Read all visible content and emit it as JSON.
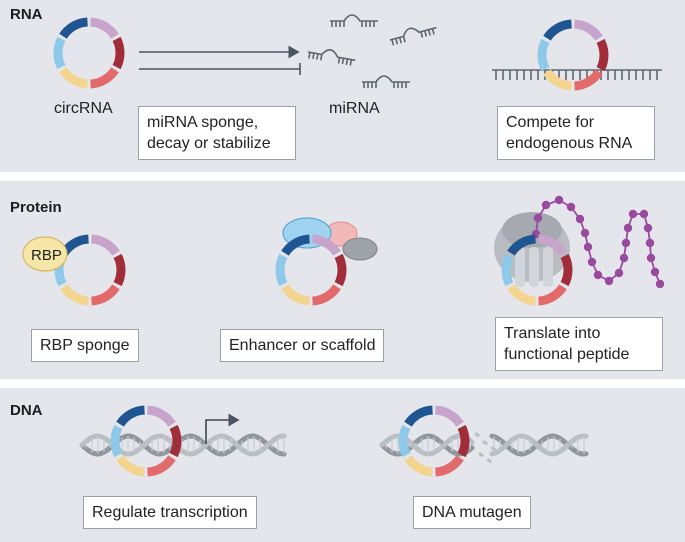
{
  "panels": {
    "rna": {
      "title": "RNA",
      "circ_label": "circRNA",
      "mirna_label": "miRNA",
      "box_sponge": [
        "miRNA sponge,",
        "decay or stabilize"
      ],
      "box_compete": [
        "Compete for",
        "endogenous RNA"
      ]
    },
    "protein": {
      "title": "Protein",
      "rbp_label": "RBP",
      "box_rbp": "RBP sponge",
      "box_scaffold": "Enhancer or scaffold",
      "box_translate": [
        "Translate into",
        "functional peptide"
      ]
    },
    "dna": {
      "title": "DNA",
      "box_transcription": "Regulate transcription",
      "box_mutagen": "DNA mutagen"
    }
  },
  "colors": {
    "panel_bg": "#e4e6eb",
    "ring_segments": [
      "#c8a3cc",
      "#a12d3a",
      "#e26a6a",
      "#f3d58f",
      "#8ec9e9",
      "#1f5590"
    ],
    "strand_gray": "#5c6670",
    "peptide": "#9a4a9e",
    "rbp_fill": "#f6e6a8",
    "protein_blue": "#9fd3ef",
    "protein_pink": "#f3b8b8",
    "protein_gray": "#9ea3a9"
  }
}
